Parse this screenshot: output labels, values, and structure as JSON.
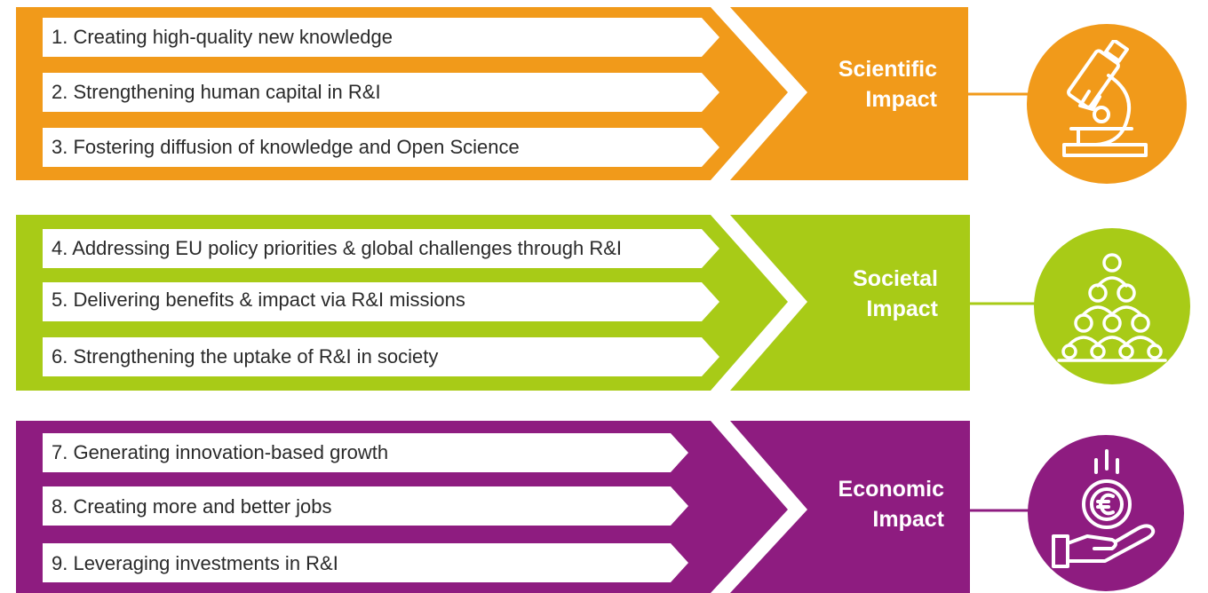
{
  "colors": {
    "scientific": "#f19a1a",
    "societal": "#a8cb17",
    "economic": "#8e1c80",
    "item_box": "#ffffff",
    "text": "#2a2a2a"
  },
  "bands": [
    {
      "id": "scientific",
      "impact_line1": "Scientific",
      "impact_line2": "Impact",
      "icon": "microscope-icon",
      "items": [
        "1. Creating high-quality new knowledge",
        "2. Strengthening human capital in R&I",
        "3. Fostering diffusion of knowledge and Open Science"
      ]
    },
    {
      "id": "societal",
      "impact_line1": "Societal",
      "impact_line2": "Impact",
      "icon": "people-pyramid-icon",
      "items": [
        "4. Addressing EU policy priorities & global challenges through R&I",
        "5. Delivering benefits & impact via R&I missions",
        "6. Strengthening the uptake of R&I in society"
      ]
    },
    {
      "id": "economic",
      "impact_line1": "Economic",
      "impact_line2": "Impact",
      "icon": "euro-coin-hand-icon",
      "items": [
        "7. Generating innovation-based growth",
        "8. Creating more and better jobs",
        "9. Leveraging investments in R&I"
      ]
    }
  ]
}
